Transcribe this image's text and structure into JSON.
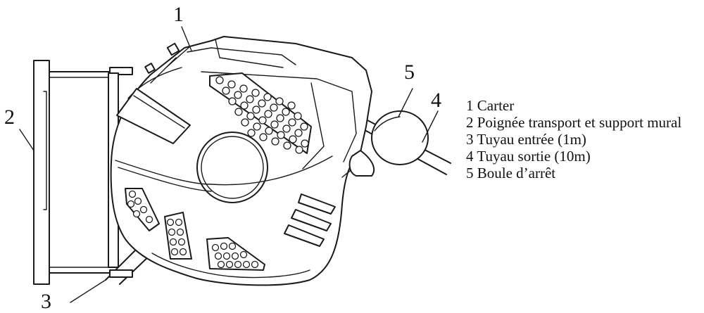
{
  "callouts": [
    {
      "number": "1"
    },
    {
      "number": "2"
    },
    {
      "number": "3"
    },
    {
      "number": "4"
    },
    {
      "number": "5"
    }
  ],
  "legend": [
    "1 Carter",
    "2 Poignée transport et support mural",
    "3 Tuyau entrée (1m)",
    "4 Tuyau sortie (10m)",
    "5 Boule d’arrêt"
  ]
}
